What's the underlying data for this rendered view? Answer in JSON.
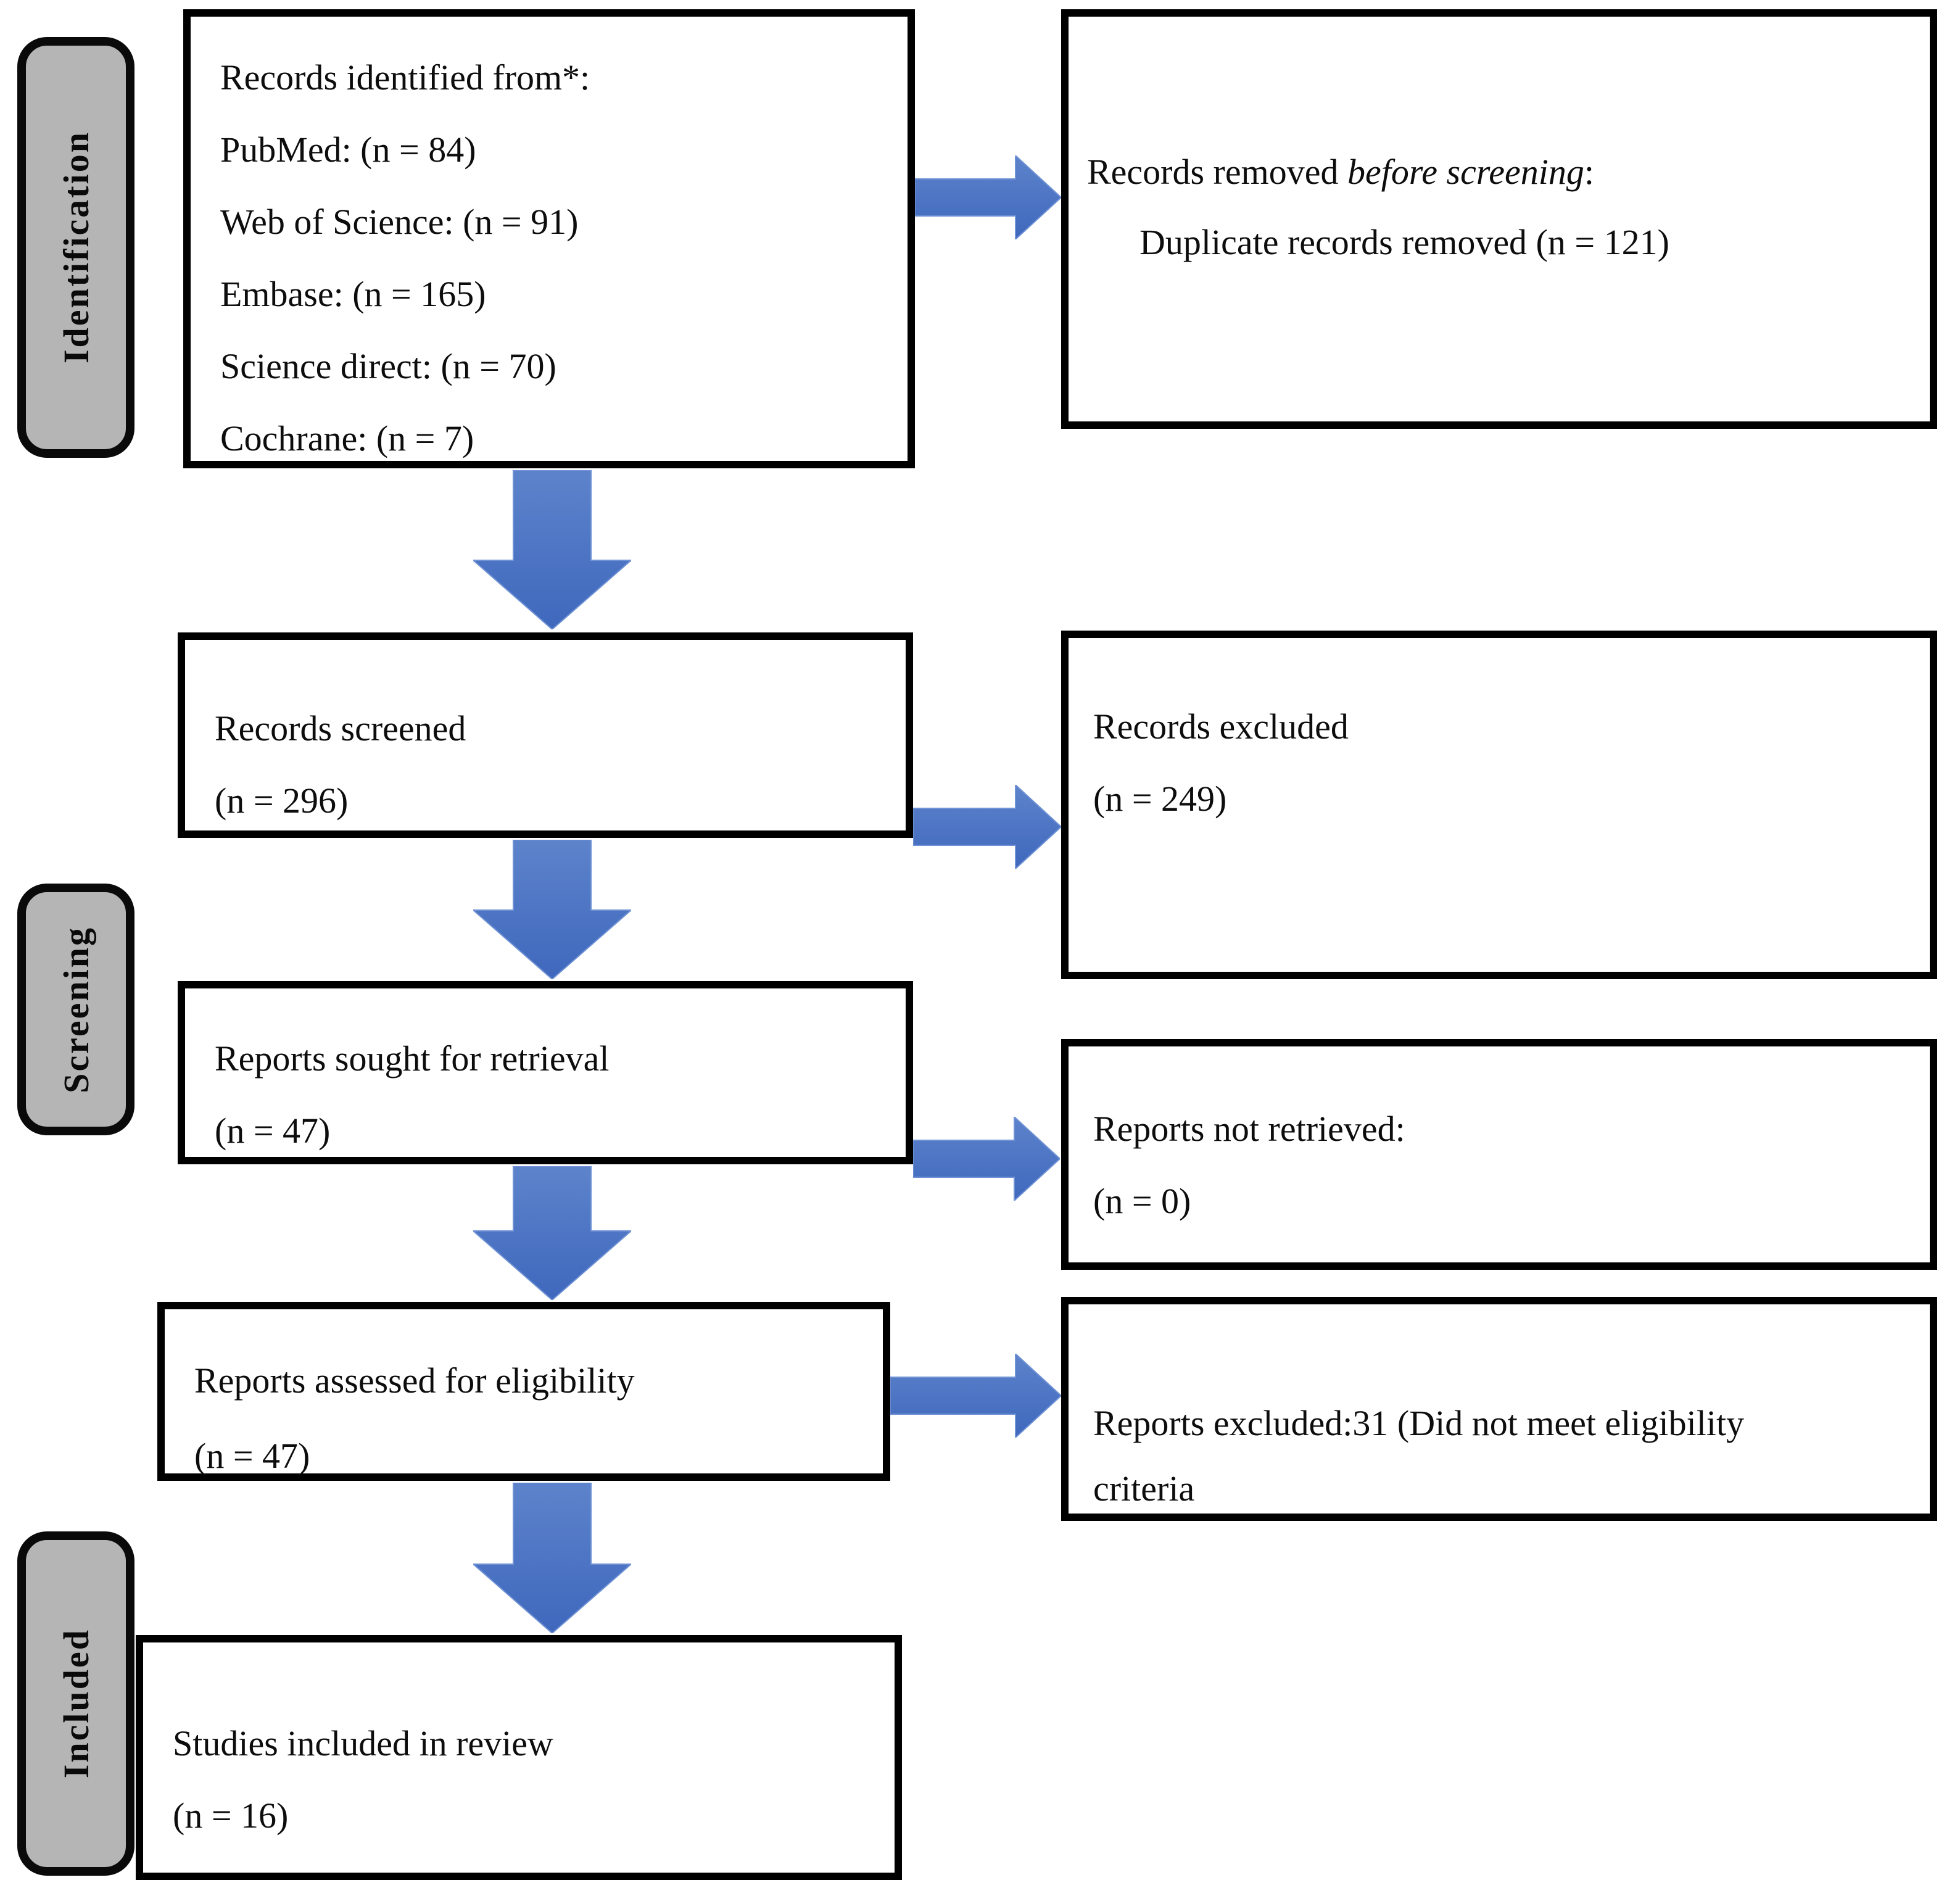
{
  "diagram": {
    "stages": [
      {
        "label": "Identification"
      },
      {
        "label": "Screening"
      },
      {
        "label": "Included"
      }
    ],
    "boxes": {
      "identified": {
        "lines": [
          "Records identified from*:",
          "PubMed: (n = 84)",
          "Web of Science: (n = 91)",
          "Embase: (n = 165)",
          "Science direct: (n = 70)",
          "Cochrane: (n = 7)"
        ]
      },
      "removed_before_screening": {
        "line1_normal": "Records removed ",
        "line1_italic": "before screening",
        "line1_end": ":",
        "line2": "Duplicate records removed (n = 121)"
      },
      "screened": {
        "lines": [
          "Records screened",
          "(n = 296)"
        ]
      },
      "records_excluded": {
        "lines": [
          "Records excluded",
          "(n = 249)"
        ]
      },
      "sought": {
        "lines": [
          "Reports sought for retrieval",
          "(n = 47)"
        ]
      },
      "not_retrieved": {
        "lines": [
          "Reports not retrieved:",
          "(n = 0)"
        ]
      },
      "assessed": {
        "lines": [
          "Reports assessed for eligibility",
          "(n = 47)"
        ]
      },
      "reports_excluded": {
        "lines": [
          "Reports excluded:31 (Did not meet eligibility",
          "criteria"
        ]
      },
      "included_studies": {
        "lines": [
          "Studies included in review",
          "(n = 16)"
        ]
      }
    },
    "colors": {
      "arrow_gradient_top": "#5d83cb",
      "arrow_gradient_bottom": "#3f68bd",
      "arrow_edge": "#6f92d4",
      "stage_fill": "#b5b5b5",
      "box_border": "#000000"
    }
  }
}
